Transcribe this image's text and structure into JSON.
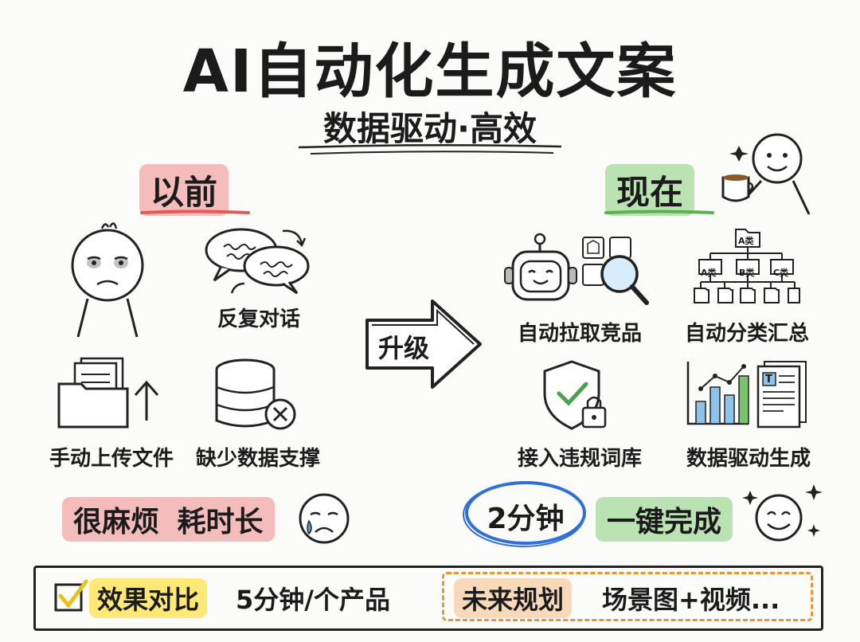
{
  "title": "AI自动化生成文案",
  "subtitle": "数据驱动·高效",
  "before": {
    "heading": "以前",
    "items": [
      "反复对话",
      "手动上传文件",
      "缺少数据支撑"
    ],
    "summary": "很麻烦 耗时长"
  },
  "upgrade_label": "升级",
  "now": {
    "heading": "现在",
    "items": [
      "自动拉取竞品",
      "自动分类汇总",
      "接入违规词库",
      "数据驱动生成"
    ],
    "time": "2分钟",
    "summary": "一键完成"
  },
  "icon_labels": {
    "category_root": "A类",
    "category_a": "A类",
    "category_b": "B类",
    "category_c": "C类",
    "doc_mark": "T"
  },
  "footer": {
    "compare_label": "效果对比",
    "compare_value": "5分钟/个产品",
    "plan_label": "未来规划",
    "plan_value": "场景图+视频..."
  },
  "colors": {
    "before_accent": "#e05a5a",
    "now_accent": "#5bb14e",
    "time_circle": "#2f6fd6",
    "highlight_yellow": "#ffe24a",
    "dashed_orange": "#e8953a"
  }
}
